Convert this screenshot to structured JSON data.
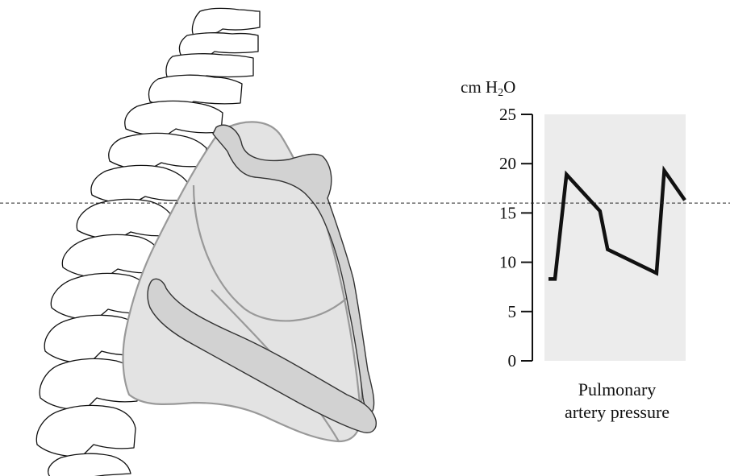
{
  "figure": {
    "unit_label_pre": "cm H",
    "unit_label_sub": "2",
    "unit_label_post": "O",
    "caption_line1": "Pulmonary",
    "caption_line2": "artery pressure",
    "colors": {
      "lung_fill": "#e3e3e3",
      "lung_stroke": "#999999",
      "rib_fill": "#d2d2d2",
      "chart_bg": "#ececec",
      "trace": "#111111"
    }
  },
  "chart_data": {
    "type": "line",
    "title": "",
    "xlabel": "Pulmonary artery pressure",
    "ylabel": "cm H2O",
    "ylim": [
      0,
      25
    ],
    "yticks": [
      0,
      5,
      10,
      15,
      20,
      25
    ],
    "grid": false,
    "reference_line_y": 16,
    "series": [
      {
        "x": [
          0,
          0.5,
          1.4,
          4.0,
          4.6,
          8.4,
          9.0,
          10.6
        ],
        "values": [
          8.3,
          8.3,
          18.9,
          15.2,
          11.3,
          8.9,
          19.3,
          16.3
        ]
      }
    ]
  }
}
